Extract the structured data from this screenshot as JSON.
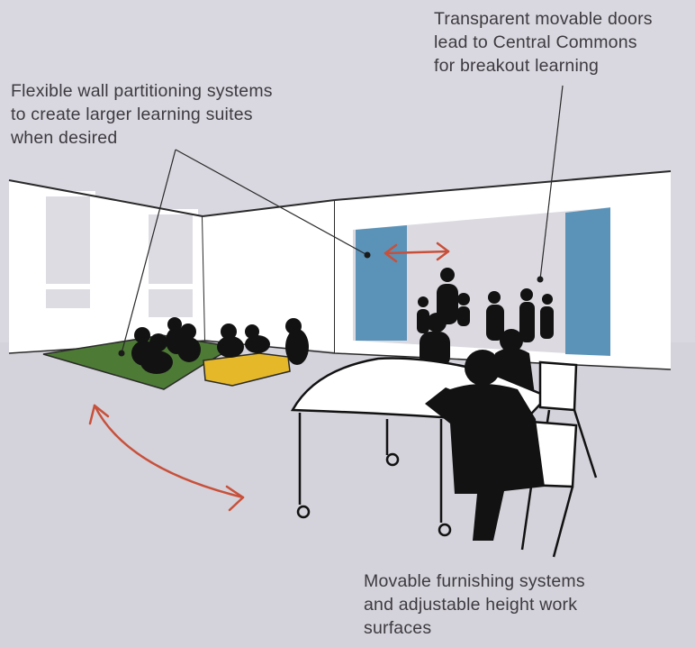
{
  "callouts": {
    "walls": [
      "Flexible wall partitioning systems",
      "to create larger learning suites",
      "when desired"
    ],
    "doors": [
      "Transparent movable doors",
      "lead to Central Commons",
      "for breakout learning"
    ],
    "furnishing": [
      "Movable furnishing systems",
      "and adjustable height work",
      "surfaces"
    ]
  },
  "colors": {
    "background": "#d9d7df",
    "wall": "#ffffff",
    "door": "#5b93b8",
    "rug": "#4d7a35",
    "bench": "#e5b82a",
    "arrow": "#c8503a",
    "silhouette": "#121212",
    "text": "#3d3a40"
  }
}
